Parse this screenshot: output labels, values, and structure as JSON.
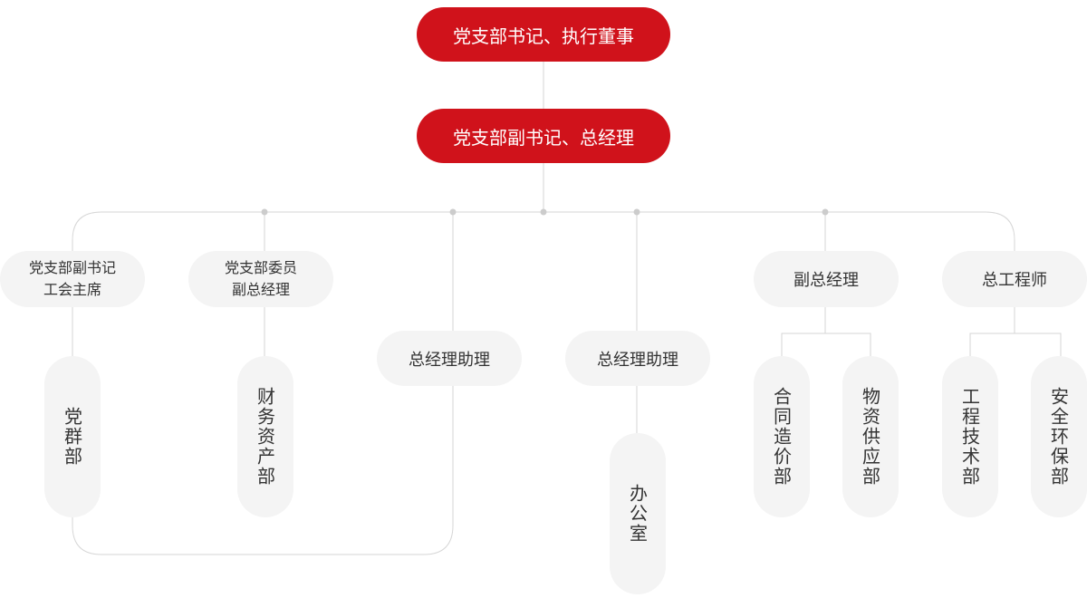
{
  "top": {
    "chairman": "党支部书记、执行董事",
    "general_manager": "党支部副书记、总经理"
  },
  "tier2": {
    "deputy_secretary": {
      "line1": "党支部副书记",
      "line2": "工会主席"
    },
    "committee_member": {
      "line1": "党支部委员",
      "line2": "副总经理"
    },
    "assistant_gm_1": "总经理助理",
    "assistant_gm_2": "总经理助理",
    "deputy_gm": "副总经理",
    "chief_engineer": "总工程师"
  },
  "departments": {
    "party_mass": "党群部",
    "finance_assets": "财务资产部",
    "office": "办公室",
    "contract_cost": "合同造价部",
    "material_supply": "物资供应部",
    "engineering_tech": "工程技术部",
    "safety_env": "安全环保部"
  },
  "colors": {
    "accent": "#d0121b",
    "node_bg": "#f4f4f4",
    "text": "#333333",
    "line": "#d6d6d6",
    "dot": "#cccccc"
  }
}
